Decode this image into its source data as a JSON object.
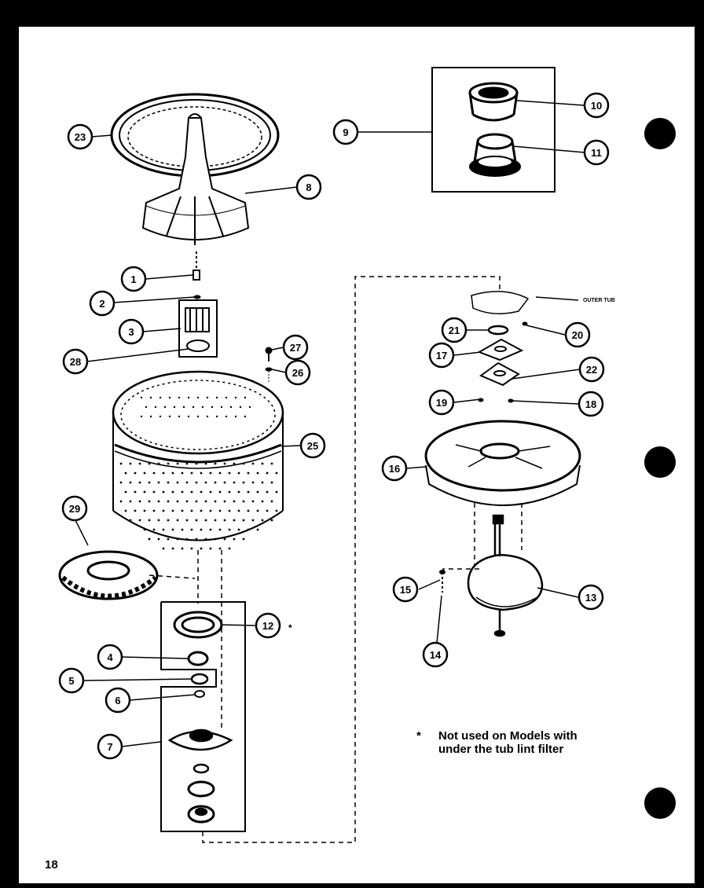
{
  "callouts": [
    {
      "n": "1"
    },
    {
      "n": "2"
    },
    {
      "n": "3"
    },
    {
      "n": "4"
    },
    {
      "n": "5"
    },
    {
      "n": "6"
    },
    {
      "n": "7"
    },
    {
      "n": "8"
    },
    {
      "n": "9"
    },
    {
      "n": "10"
    },
    {
      "n": "11"
    },
    {
      "n": "12"
    },
    {
      "n": "13"
    },
    {
      "n": "14"
    },
    {
      "n": "15"
    },
    {
      "n": "16"
    },
    {
      "n": "17"
    },
    {
      "n": "18"
    },
    {
      "n": "19"
    },
    {
      "n": "20"
    },
    {
      "n": "21"
    },
    {
      "n": "22"
    },
    {
      "n": "23"
    },
    {
      "n": "25"
    },
    {
      "n": "26"
    },
    {
      "n": "27"
    },
    {
      "n": "28"
    },
    {
      "n": "29"
    }
  ],
  "outer_tub_label": "OUTER TUB",
  "note": {
    "star": "*",
    "line1": "Not used on Models with",
    "line2": "under the tub lint filter"
  },
  "item12_star": "*",
  "page_number": "18",
  "colors": {
    "ink": "#000000",
    "paper": "#ffffff",
    "border": "#000000"
  }
}
